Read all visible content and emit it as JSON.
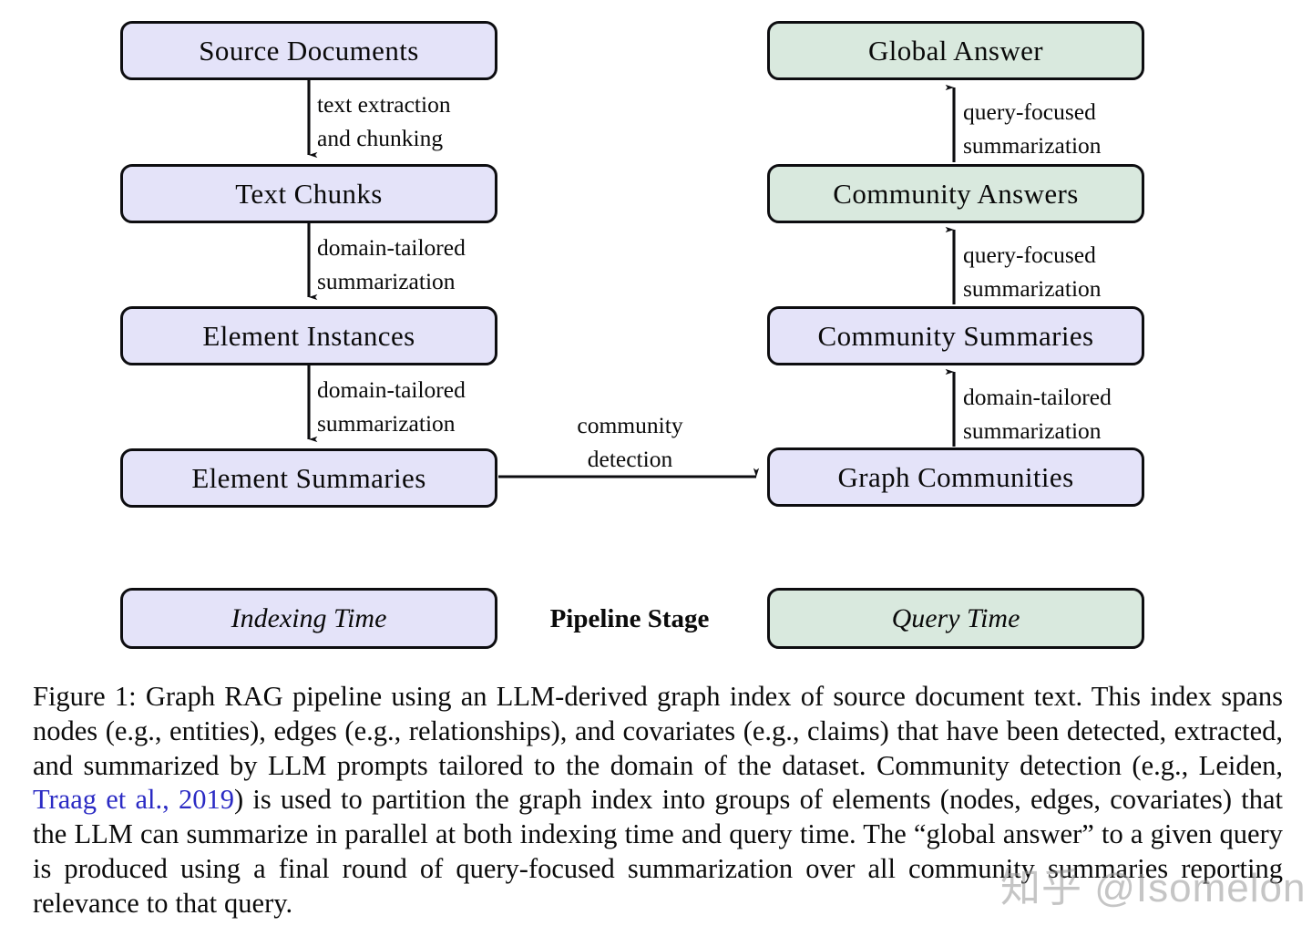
{
  "figure": {
    "label": "Figure 1",
    "domain_type": "diagram",
    "colors": {
      "indexing_fill": "#e4e3f9",
      "query_fill": "#d9e9de",
      "border": "#0d0d10",
      "citation_link": "#2b2bc4",
      "watermark": "#969696"
    }
  },
  "diagram": {
    "nodes": [
      {
        "id": "source-documents",
        "label": "Source Documents",
        "stage": "Indexing Time",
        "column": "left"
      },
      {
        "id": "text-chunks",
        "label": "Text Chunks",
        "stage": "Indexing Time",
        "column": "left"
      },
      {
        "id": "element-instances",
        "label": "Element Instances",
        "stage": "Indexing Time",
        "column": "left"
      },
      {
        "id": "element-summaries",
        "label": "Element Summaries",
        "stage": "Indexing Time",
        "column": "left"
      },
      {
        "id": "graph-communities",
        "label": "Graph Communities",
        "stage": "Indexing Time",
        "column": "right"
      },
      {
        "id": "community-summaries",
        "label": "Community Summaries",
        "stage": "Indexing Time",
        "column": "right"
      },
      {
        "id": "community-answers",
        "label": "Community Answers",
        "stage": "Query Time",
        "column": "right"
      },
      {
        "id": "global-answer",
        "label": "Global Answer",
        "stage": "Query Time",
        "column": "right"
      }
    ],
    "edges": [
      {
        "id": "e1",
        "from": "source-documents",
        "to": "text-chunks",
        "line1": "text extraction",
        "line2": "and chunking",
        "direction": "down"
      },
      {
        "id": "e2",
        "from": "text-chunks",
        "to": "element-instances",
        "line1": "domain-tailored",
        "line2": "summarization",
        "direction": "down"
      },
      {
        "id": "e3",
        "from": "element-instances",
        "to": "element-summaries",
        "line1": "domain-tailored",
        "line2": "summarization",
        "direction": "down"
      },
      {
        "id": "e4",
        "from": "element-summaries",
        "to": "graph-communities",
        "line1": "community",
        "line2": "detection",
        "direction": "right"
      },
      {
        "id": "e5",
        "from": "graph-communities",
        "to": "community-summaries",
        "line1": "domain-tailored",
        "line2": "summarization",
        "direction": "up"
      },
      {
        "id": "e6",
        "from": "community-summaries",
        "to": "community-answers",
        "line1": "query-focused",
        "line2": "summarization",
        "direction": "up"
      },
      {
        "id": "e7",
        "from": "community-answers",
        "to": "global-answer",
        "line1": "query-focused",
        "line2": "summarization",
        "direction": "up"
      }
    ]
  },
  "legend": {
    "indexing_label": "Indexing Time",
    "title": "Pipeline Stage",
    "query_label": "Query Time"
  },
  "caption": {
    "prefix": "Figure 1:",
    "part1": " Graph RAG pipeline using an LLM-derived graph index of source document text. This index spans nodes (e.g., entities), edges (e.g., relationships), and covariates (e.g., claims) that have been detected, extracted, and summarized by LLM prompts tailored to the domain of the dataset. Community detection (e.g., Leiden, ",
    "citation": "Traag et al., 2019",
    "part2": ") is used to partition the graph index into groups of elements (nodes, edges, covariates) that the LLM can summarize in parallel at both indexing time and query time. The “global answer” to a given query is produced using a final round of query-focused summarization over all community summaries reporting relevance to that query."
  },
  "watermark": {
    "text": "知乎 @Isomelon"
  }
}
